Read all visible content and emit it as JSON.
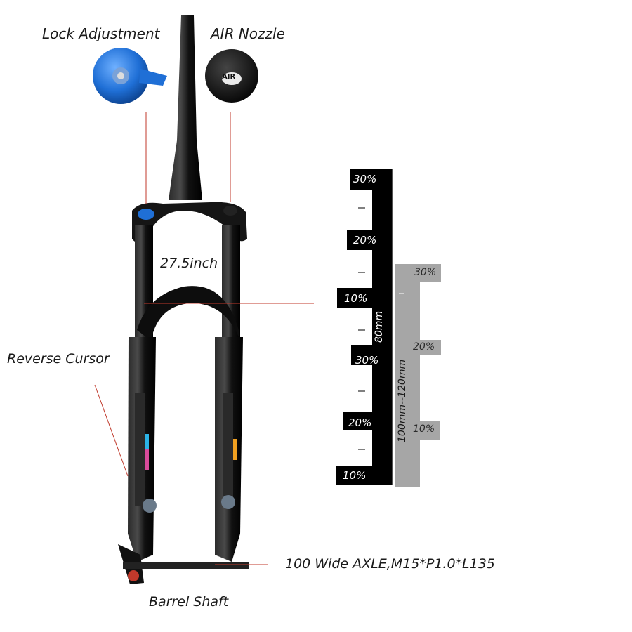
{
  "labels": {
    "lock_adjustment": "Lock Adjustment",
    "air_nozzle": "AIR Nozzle",
    "wheel_size": "27.5inch",
    "reverse_cursor": "Reverse Cursor",
    "axle": "100 Wide AXLE,M15*P1.0*L135",
    "barrel_shaft": "Barrel Shaft"
  },
  "knobs": {
    "air_cap_text": "AIR"
  },
  "scale_80": {
    "label": "80mm",
    "steps": [
      "30%",
      "20%",
      "10%"
    ]
  },
  "scale_100_120": {
    "label": "100mm--120mm",
    "steps": [
      "30%",
      "20%",
      "10%"
    ]
  },
  "scale_gray": {
    "steps": [
      "30%",
      "20%",
      "10%"
    ]
  },
  "colors": {
    "scale_black": "#000000",
    "scale_gray": "#a6a6a6",
    "leader_line": "#c0392b",
    "lock_knob_blue": "#1f6fd6",
    "fork_black": "#111111"
  }
}
